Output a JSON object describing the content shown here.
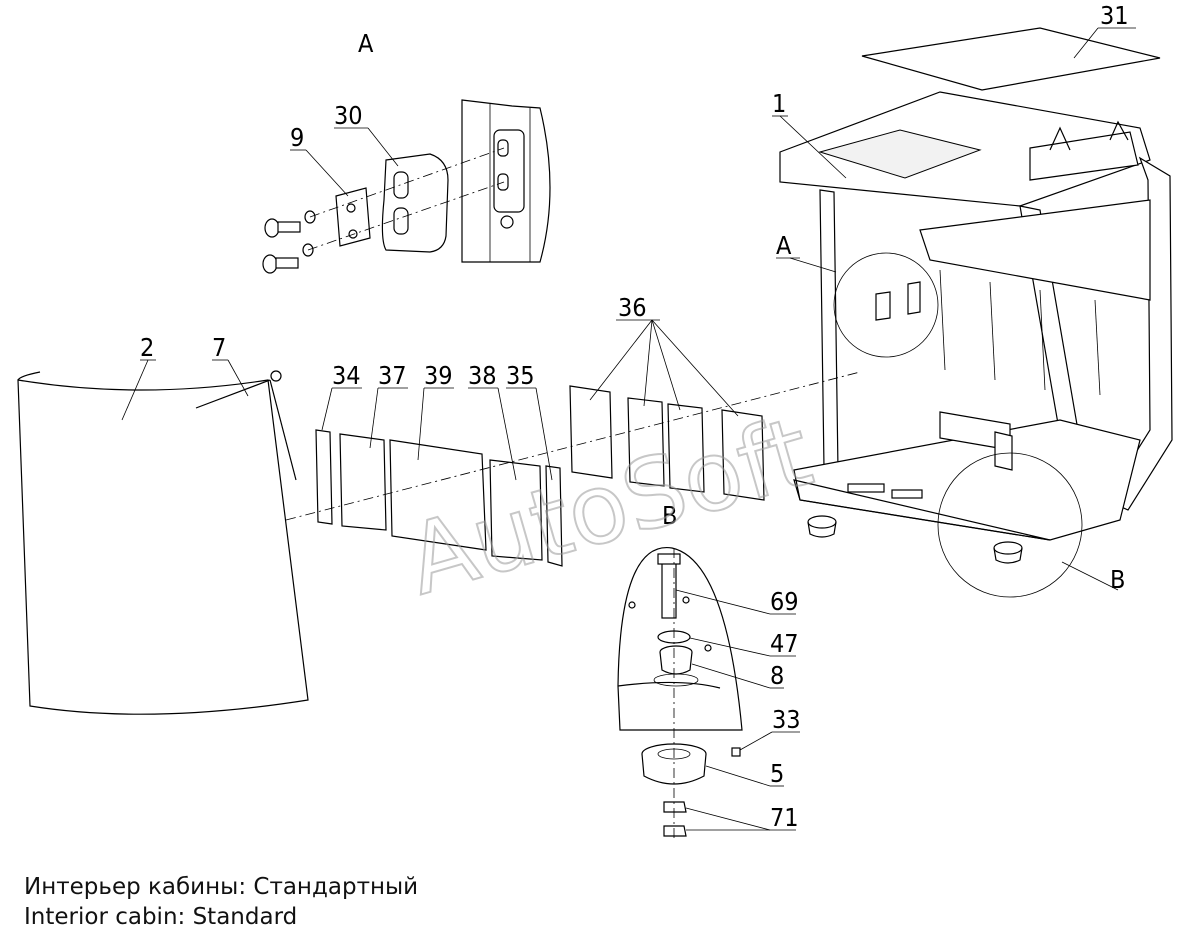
{
  "callouts": {
    "p1": "1",
    "p2": "2",
    "p5": "5",
    "p7": "7",
    "p8": "8",
    "p9": "9",
    "p30": "30",
    "p31": "31",
    "p33": "33",
    "p34": "34",
    "p35": "35",
    "p36": "36",
    "p37": "37",
    "p38": "38",
    "p39": "39",
    "p47": "47",
    "p69": "69",
    "p71": "71"
  },
  "views": {
    "detail_a_title": "A",
    "detail_b_title": "B",
    "marker_a": "A",
    "marker_b": "B"
  },
  "watermark": "AutoSoft",
  "caption": {
    "ru": "Интерьер кабины: Стандартный",
    "en": "Interior cabin: Standard"
  }
}
